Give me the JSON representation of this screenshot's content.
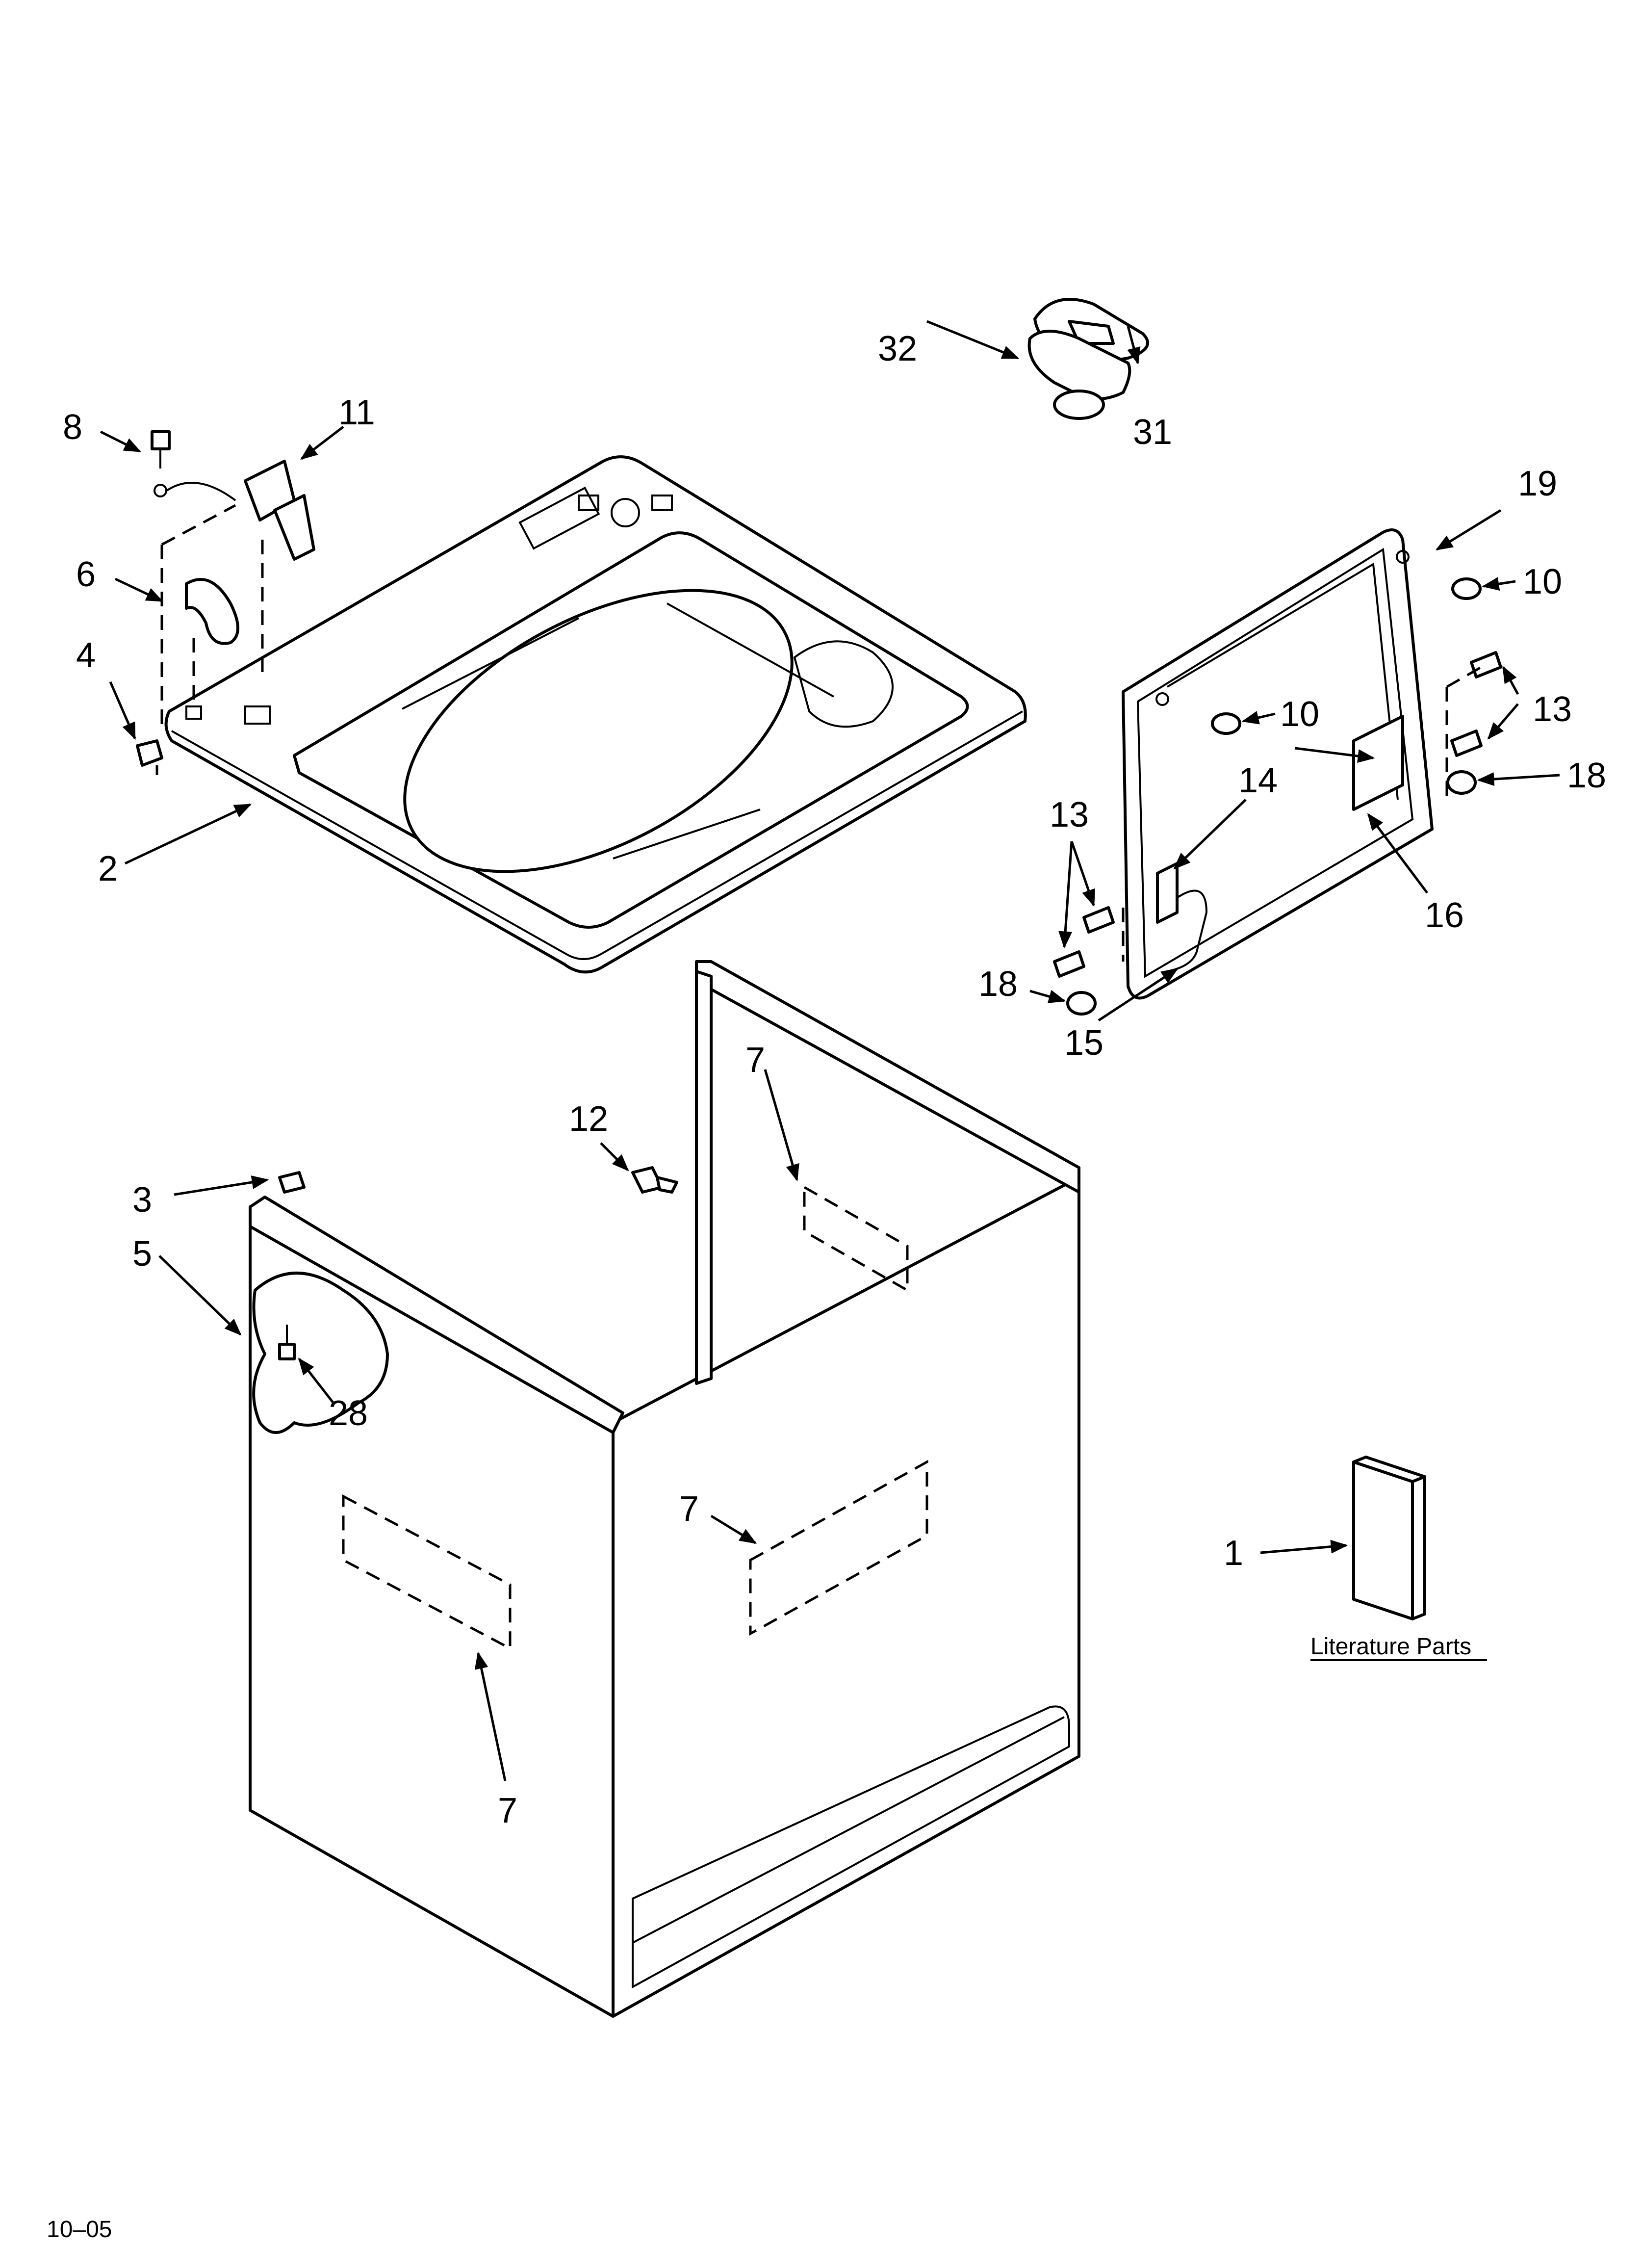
{
  "labels": {
    "l32": "32",
    "l31": "31",
    "l8": "8",
    "l11": "11",
    "l19": "19",
    "l10a": "10",
    "l6": "6",
    "l4": "4",
    "l10b": "10",
    "l13a": "13",
    "l18a": "18",
    "l14": "14",
    "l13b": "13",
    "l2": "2",
    "l16": "16",
    "l18b": "18",
    "l15": "15",
    "l7a": "7",
    "l12": "12",
    "l3": "3",
    "l5": "5",
    "l28": "28",
    "l7b": "7",
    "l1": "1",
    "l7c": "7"
  },
  "literature_caption": "Literature Parts",
  "footer_code": "10–05"
}
